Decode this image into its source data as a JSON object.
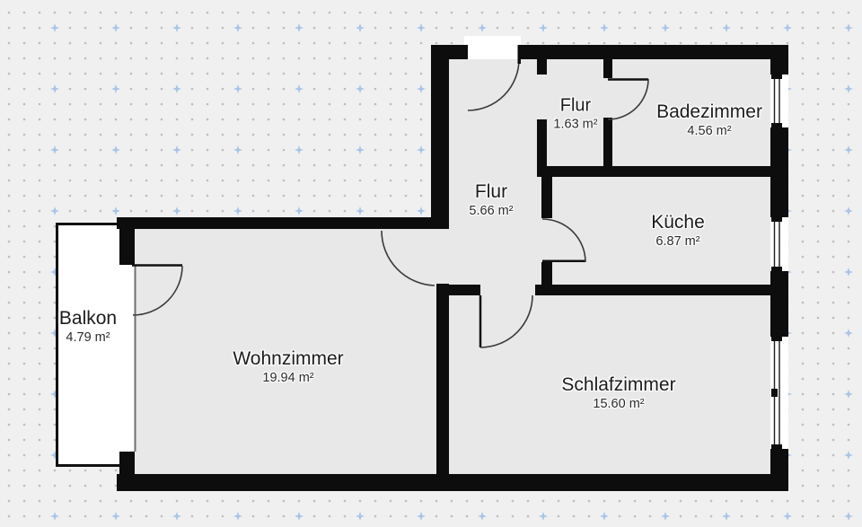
{
  "plan": {
    "type": "apartment-floorplan",
    "rooms": [
      {
        "name": "Flur",
        "area": "1.63 m²"
      },
      {
        "name": "Badezimmer",
        "area": "4.56 m²"
      },
      {
        "name": "Flur",
        "area": "5.66 m²"
      },
      {
        "name": "Küche",
        "area": "6.87 m²"
      },
      {
        "name": "Balkon",
        "area": "4.79 m²"
      },
      {
        "name": "Wohnzimmer",
        "area": "19.94 m²"
      },
      {
        "name": "Schlafzimmer",
        "area": "15.60 m²"
      }
    ],
    "colors": {
      "background": "#f0f0f1",
      "grid_dot": "#bdbdc1",
      "grid_cross": "#a9c4e6",
      "room_fill": "#e8e8e9",
      "wall": "#0d0d0d",
      "balcony_fill": "#ffffff",
      "door_arc": "#3a3a3a",
      "label_text": "#1c1c1e"
    }
  }
}
